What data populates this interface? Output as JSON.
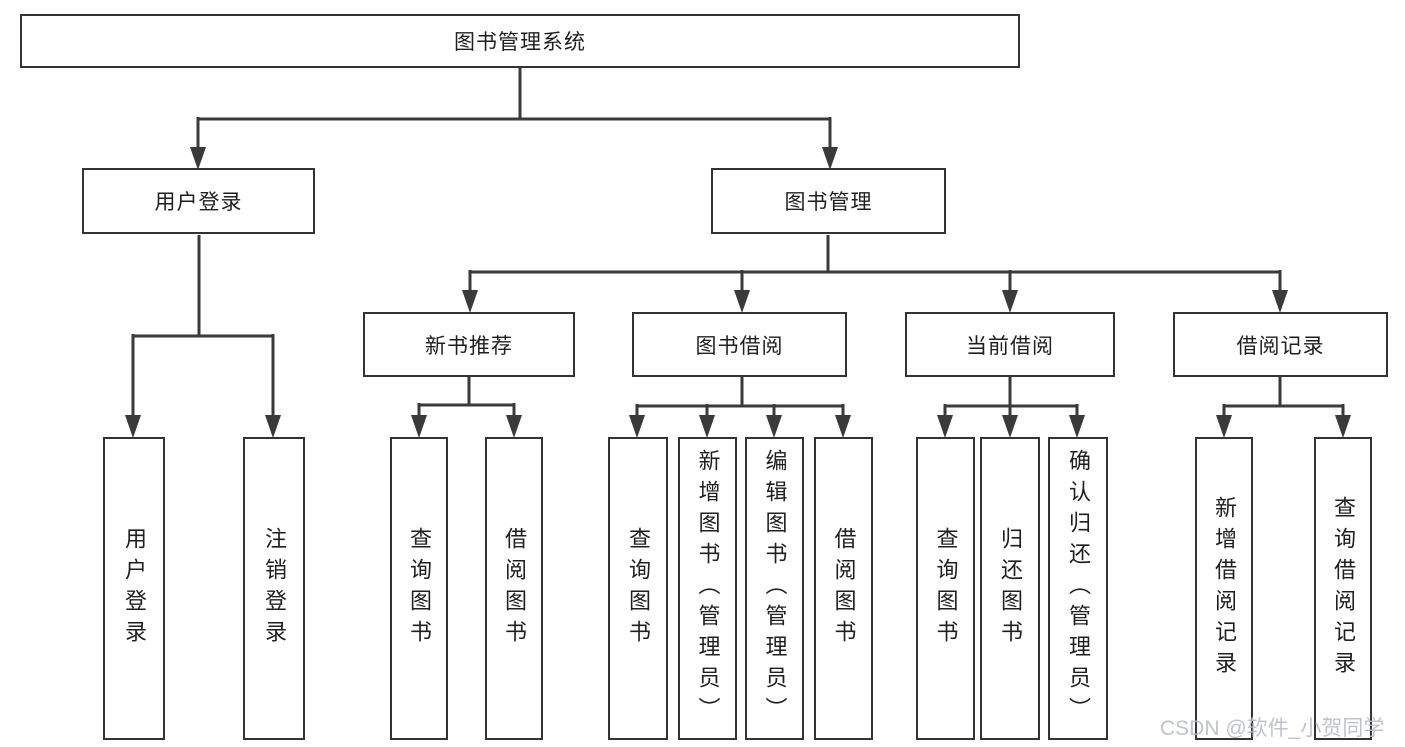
{
  "diagram": {
    "root": {
      "label": "图书管理系统"
    },
    "level2": [
      {
        "label": "用户登录"
      },
      {
        "label": "图书管理"
      }
    ],
    "level3": [
      {
        "label": "新书推荐"
      },
      {
        "label": "图书借阅"
      },
      {
        "label": "当前借阅"
      },
      {
        "label": "借阅记录"
      }
    ],
    "leaves": {
      "user_login": [
        "用户登录",
        "注销登录"
      ],
      "new_book_recommend": [
        "查询图书",
        "借阅图书"
      ],
      "book_borrow": [
        "查询图书",
        "新增图书（管理员）",
        "编辑图书（管理员）",
        "借阅图书"
      ],
      "current_borrow": [
        "查询图书",
        "归还图书",
        "确认归还（管理员）"
      ],
      "borrow_records": [
        "新增借阅记录",
        "查询借阅记录"
      ]
    }
  },
  "watermark": {
    "text": "CSDN @软件_小贺同学",
    "color": "#b9bdc3"
  },
  "colors": {
    "line": "#3a3a3a",
    "box_border": "#333333",
    "box_fill": "#ffffff",
    "text": "#1f1f1f",
    "background": "#ffffff"
  }
}
